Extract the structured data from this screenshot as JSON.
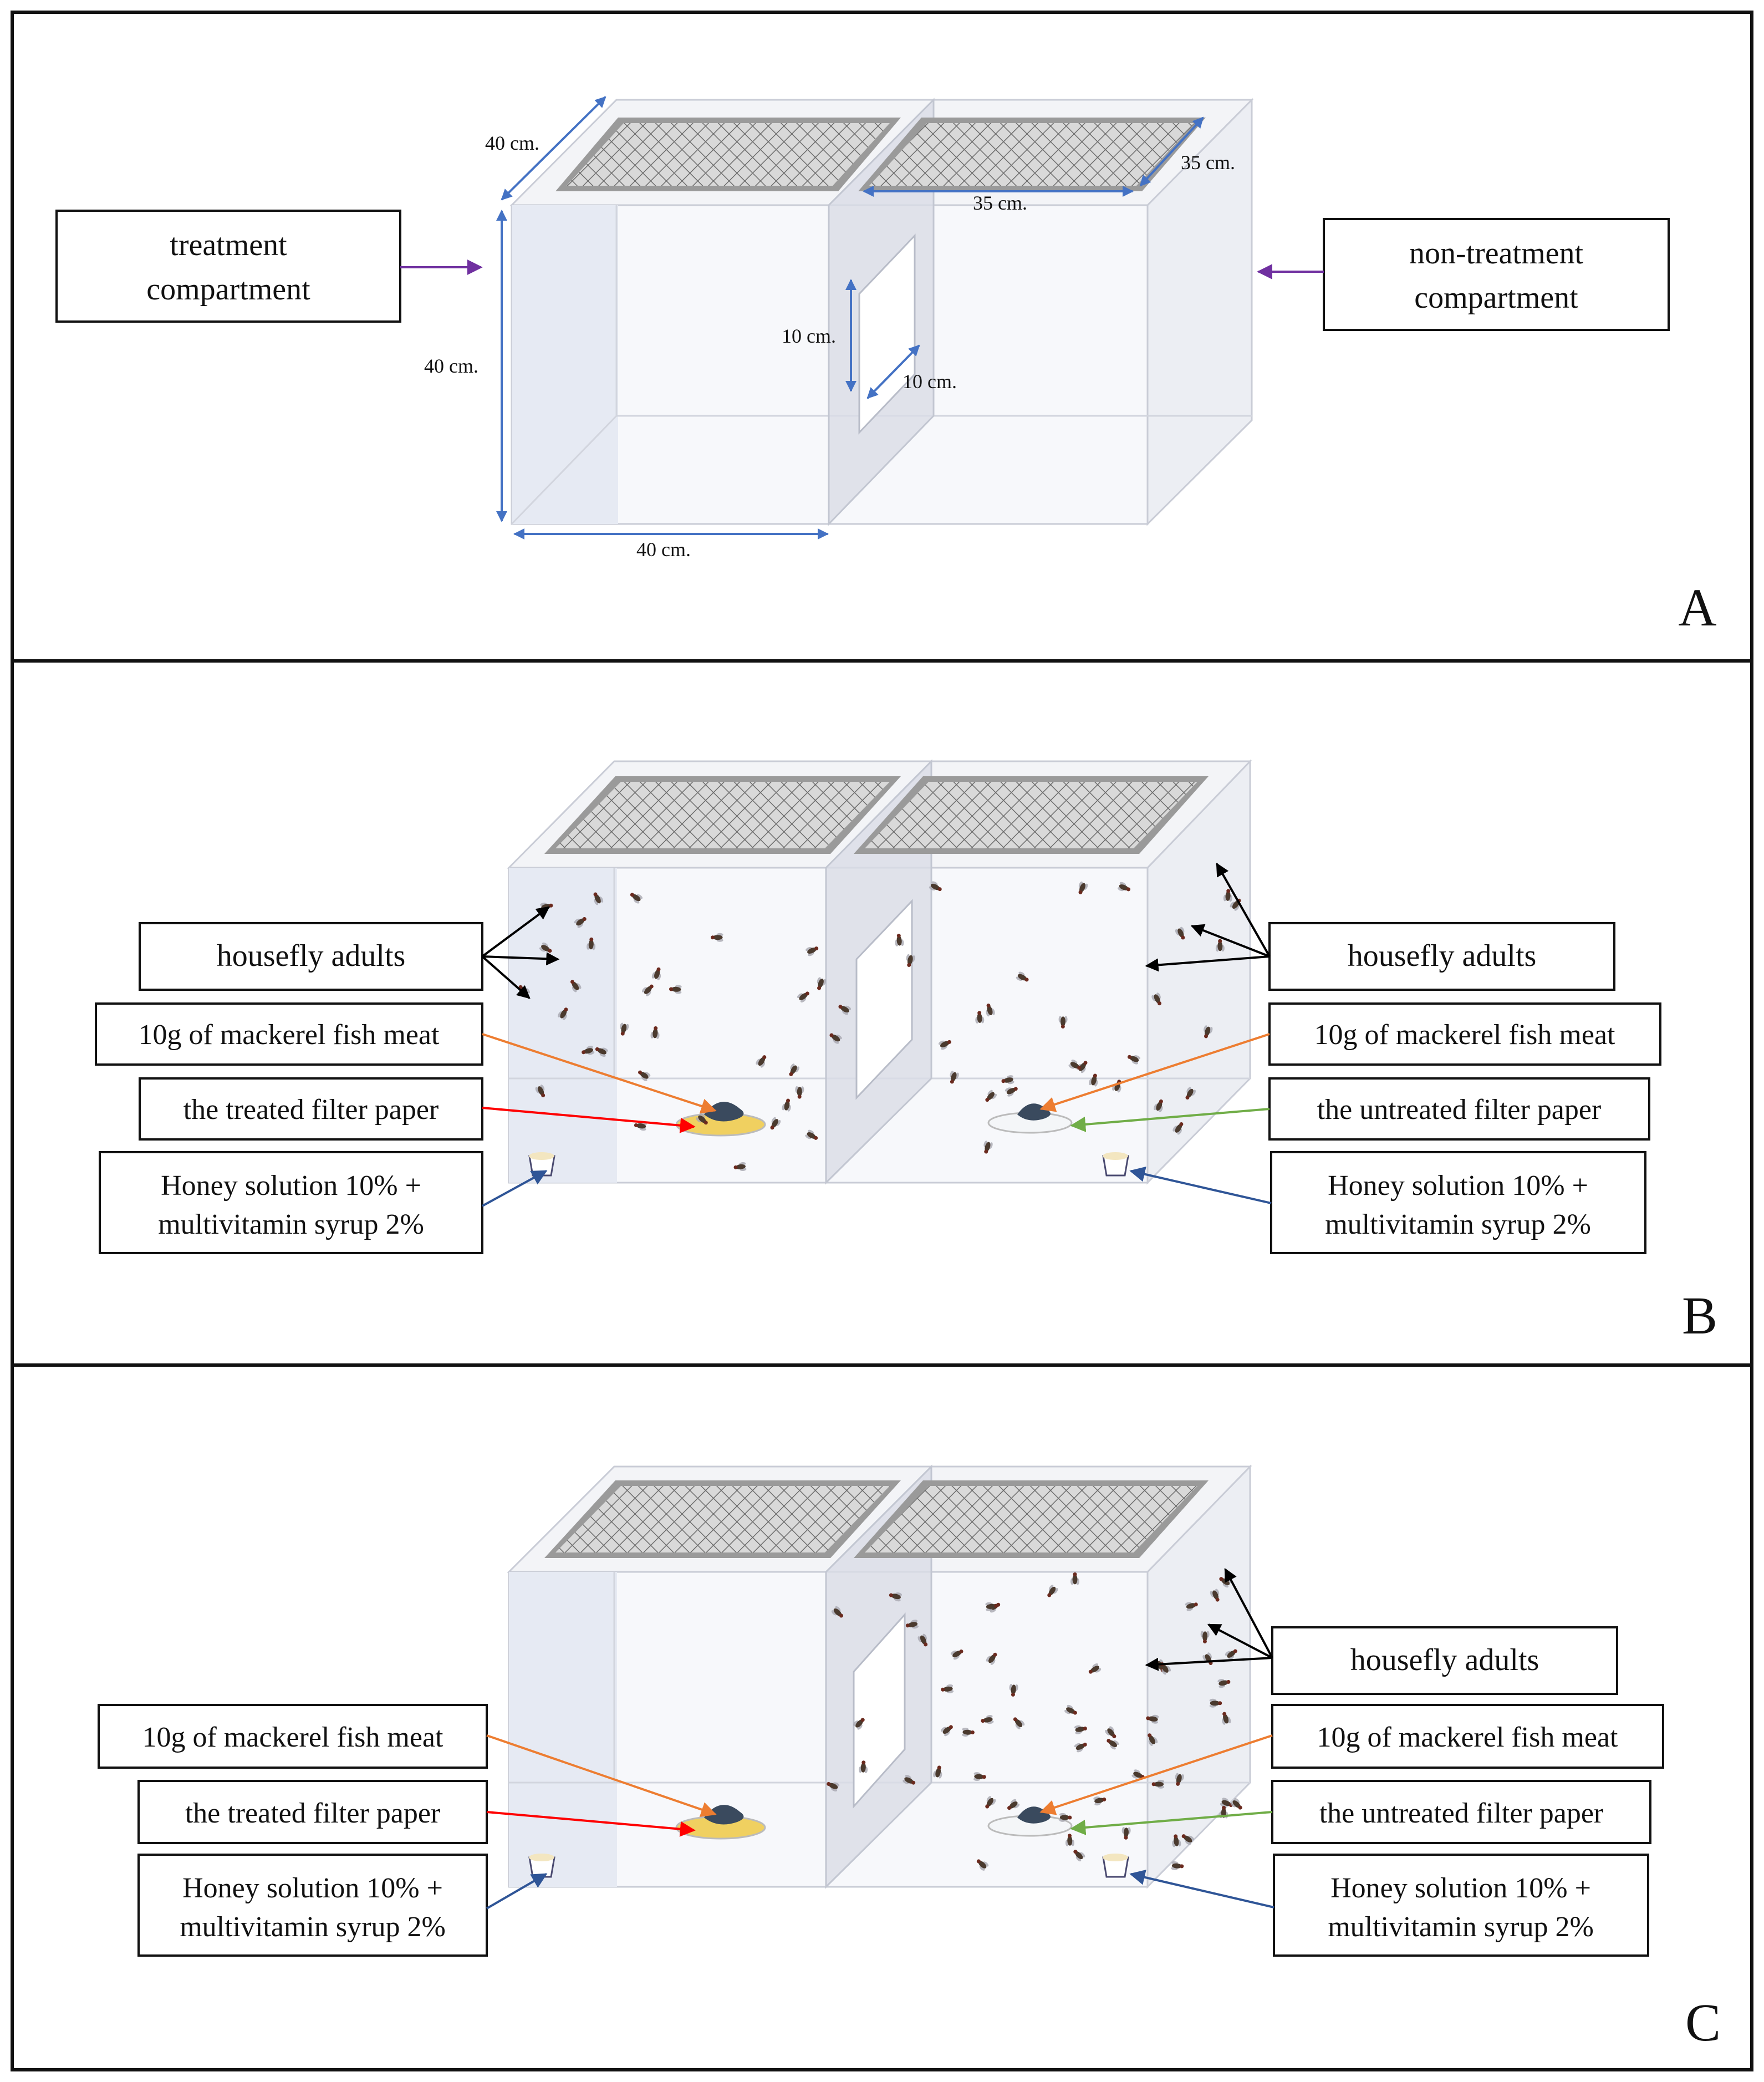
{
  "panels": [
    {
      "letter": "A",
      "dimensions": {
        "top_depth": "40 cm.",
        "mesh_width": "35 cm.",
        "mesh_depth": "35 cm.",
        "height": "40 cm.",
        "width": "40 cm.",
        "window_height": "10 cm.",
        "window_width": "10 cm."
      },
      "labels": {
        "left": [
          "treatment",
          "compartment"
        ],
        "right": [
          "non-treatment",
          "compartment"
        ]
      }
    },
    {
      "letter": "B",
      "labels": {
        "left_flies": "housefly adults",
        "right_flies": "housefly adults",
        "left_fish": "10g of mackerel fish meat",
        "right_fish": "10g of mackerel fish meat",
        "left_paper": "the treated filter paper",
        "right_paper": "the untreated filter paper",
        "left_honey": [
          "Honey solution 10% +",
          "multivitamin syrup 2%"
        ],
        "right_honey": [
          "Honey solution 10% +",
          "multivitamin syrup 2%"
        ]
      }
    },
    {
      "letter": "C",
      "labels": {
        "right_flies": "housefly adults",
        "left_fish": "10g of mackerel fish meat",
        "right_fish": "10g of mackerel fish meat",
        "left_paper": "the treated filter paper",
        "right_paper": "the untreated filter paper",
        "left_honey": [
          "Honey solution 10% +",
          "multivitamin syrup 2%"
        ],
        "right_honey": [
          "Honey solution 10% +",
          "multivitamin syrup 2%"
        ]
      }
    }
  ],
  "colors": {
    "dimension_arrow": "#4472c4",
    "purple_arrow": "#7030a0",
    "fish_arrow": "#ed7d31",
    "treated_arrow": "#ff0000",
    "untreated_arrow": "#70ad47",
    "honey_arrow": "#2f5597",
    "fly_arrow": "#000000"
  }
}
